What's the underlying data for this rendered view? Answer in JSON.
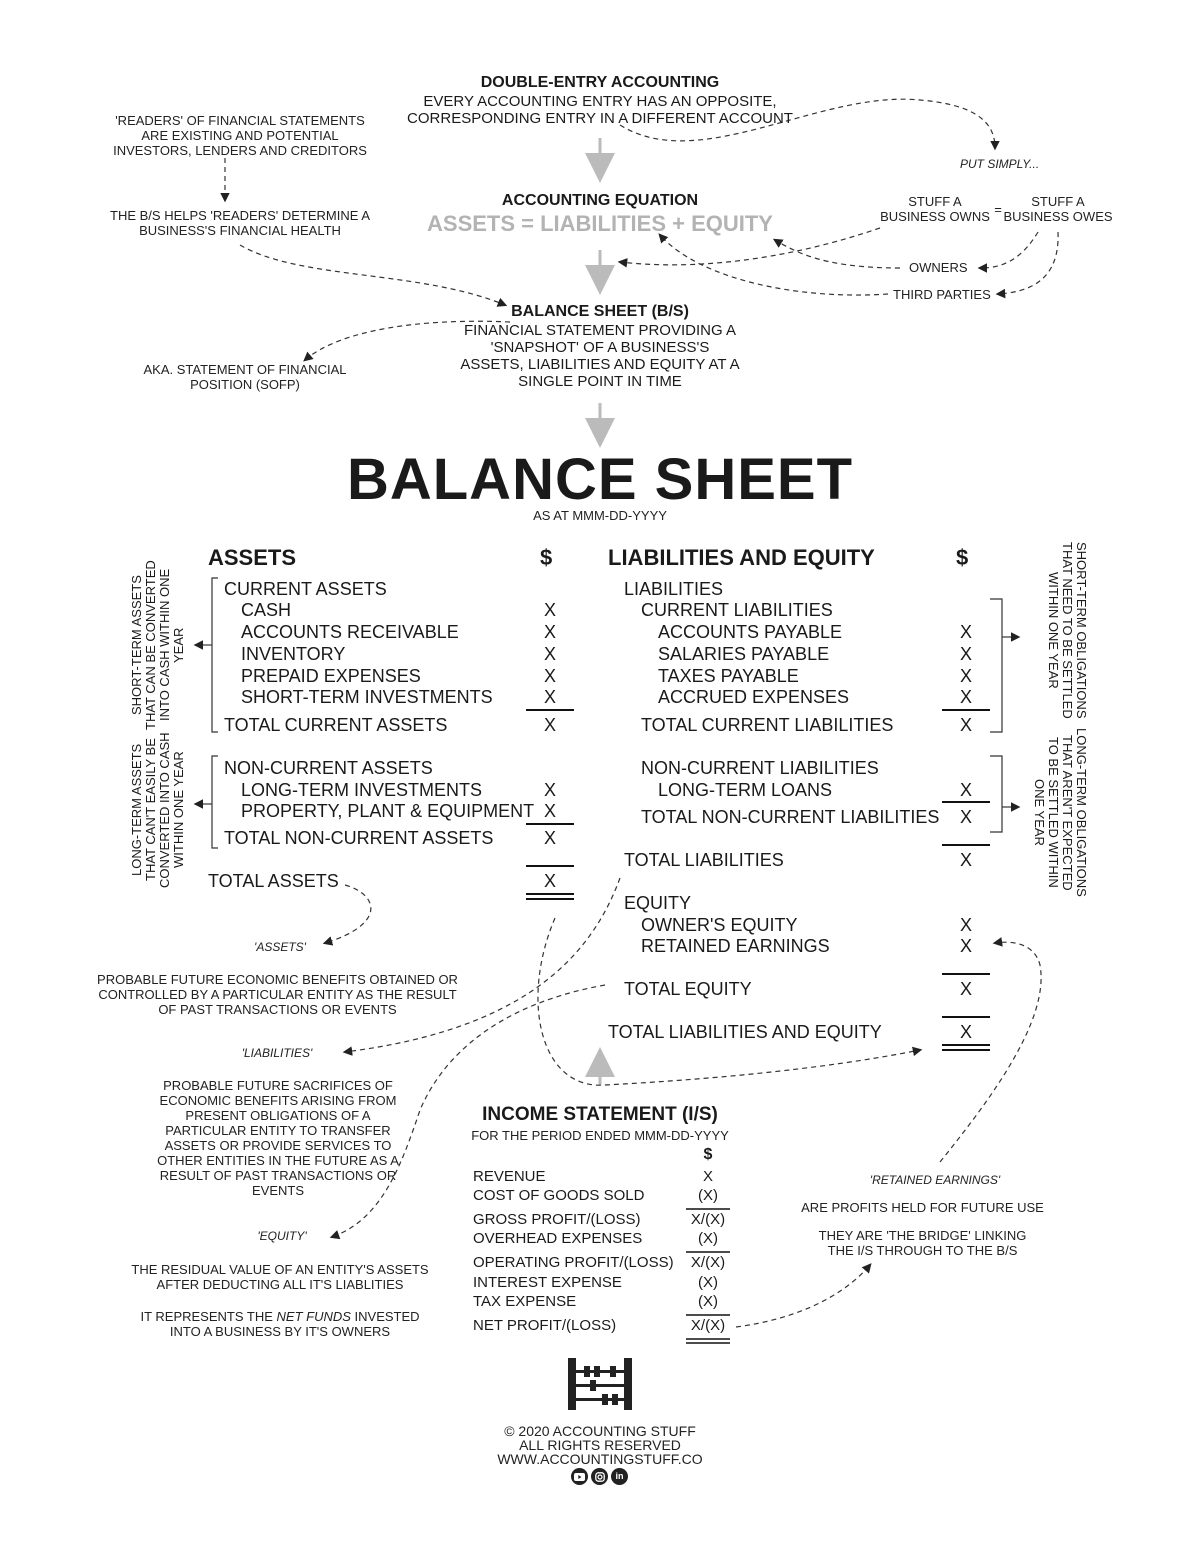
{
  "flow": {
    "double_entry": {
      "title": "DOUBLE-ENTRY ACCOUNTING",
      "desc": "EVERY ACCOUNTING ENTRY HAS AN OPPOSITE, CORRESPONDING ENTRY IN A DIFFERENT ACCOUNT"
    },
    "readers_note": "'READERS' OF FINANCIAL STATEMENTS ARE EXISTING AND POTENTIAL INVESTORS, LENDERS AND CREDITORS",
    "bs_helps_note": "THE B/S HELPS 'READERS' DETERMINE A BUSINESS'S FINANCIAL HEALTH",
    "put_simply": "PUT SIMPLY...",
    "stuff_owns": "STUFF A BUSINESS OWNS",
    "equals": "=",
    "stuff_owes": "STUFF A BUSINESS OWES",
    "owners": "OWNERS",
    "third_parties": "THIRD PARTIES",
    "accounting_equation": {
      "title": "ACCOUNTING EQUATION",
      "formula": "ASSETS = LIABILITIES + EQUITY"
    },
    "balance_sheet_def": {
      "title": "BALANCE SHEET (B/S)",
      "desc": "FINANCIAL STATEMENT PROVIDING A 'SNAPSHOT' OF A BUSINESS'S ASSETS, LIABILITIES AND EQUITY AT A SINGLE POINT IN TIME"
    },
    "aka_note": "AKA. STATEMENT OF FINANCIAL POSITION (SOFP)"
  },
  "balance_sheet": {
    "title": "BALANCE SHEET",
    "subtitle": "AS AT MMM-DD-YYYY",
    "assets": {
      "heading": "ASSETS",
      "currency": "$",
      "current_heading": "CURRENT ASSETS",
      "current_items": [
        {
          "label": "CASH",
          "value": "X"
        },
        {
          "label": "ACCOUNTS RECEIVABLE",
          "value": "X"
        },
        {
          "label": "INVENTORY",
          "value": "X"
        },
        {
          "label": "PREPAID EXPENSES",
          "value": "X"
        },
        {
          "label": "SHORT-TERM INVESTMENTS",
          "value": "X"
        }
      ],
      "total_current": {
        "label": "TOTAL CURRENT ASSETS",
        "value": "X"
      },
      "noncurrent_heading": "NON-CURRENT ASSETS",
      "noncurrent_items": [
        {
          "label": "LONG-TERM INVESTMENTS",
          "value": "X"
        },
        {
          "label": "PROPERTY, PLANT & EQUIPMENT",
          "value": "X"
        }
      ],
      "total_noncurrent": {
        "label": "TOTAL NON-CURRENT ASSETS",
        "value": "X"
      },
      "total": {
        "label": "TOTAL ASSETS",
        "value": "X"
      },
      "short_term_note": "SHORT-TERM ASSETS THAT CAN BE CONVERTED INTO CASH WITHIN ONE YEAR",
      "long_term_note": "LONG-TERM ASSETS THAT CAN'T EASILY BE CONVERTED INTO CASH WITHIN ONE YEAR"
    },
    "liabilities_equity": {
      "heading": "LIABILITIES AND EQUITY",
      "currency": "$",
      "liabilities_heading": "LIABILITIES",
      "current_heading": "CURRENT LIABILITIES",
      "current_items": [
        {
          "label": "ACCOUNTS PAYABLE",
          "value": "X"
        },
        {
          "label": "SALARIES PAYABLE",
          "value": "X"
        },
        {
          "label": "TAXES PAYABLE",
          "value": "X"
        },
        {
          "label": "ACCRUED EXPENSES",
          "value": "X"
        }
      ],
      "total_current": {
        "label": "TOTAL CURRENT LIABILITIES",
        "value": "X"
      },
      "noncurrent_heading": "NON-CURRENT LIABILITIES",
      "noncurrent_items": [
        {
          "label": "LONG-TERM LOANS",
          "value": "X"
        }
      ],
      "total_noncurrent": {
        "label": "TOTAL NON-CURRENT LIABILITIES",
        "value": "X"
      },
      "total_liabilities": {
        "label": "TOTAL LIABILITIES",
        "value": "X"
      },
      "equity_heading": "EQUITY",
      "equity_items": [
        {
          "label": "OWNER'S EQUITY",
          "value": "X"
        },
        {
          "label": "RETAINED EARNINGS",
          "value": "X"
        }
      ],
      "total_equity": {
        "label": "TOTAL EQUITY",
        "value": "X"
      },
      "total": {
        "label": "TOTAL LIABILITIES AND EQUITY",
        "value": "X"
      },
      "short_term_note": "SHORT-TERM OBLIGATIONS THAT NEED TO BE SETTLED WITHIN ONE YEAR",
      "long_term_note": "LONG-TERM OBLIGATIONS THAT AREN'T EXPECTED TO BE SETTLED WITHIN ONE YEAR"
    }
  },
  "definitions": {
    "assets_term": "'ASSETS'",
    "assets_def": "PROBABLE FUTURE ECONOMIC BENEFITS OBTAINED OR CONTROLLED BY A PARTICULAR ENTITY AS THE RESULT OF PAST TRANSACTIONS OR EVENTS",
    "liabilities_term": "'LIABILITIES'",
    "liabilities_def": "PROBABLE FUTURE SACRIFICES OF ECONOMIC BENEFITS ARISING FROM PRESENT OBLIGATIONS OF A PARTICULAR ENTITY TO TRANSFER ASSETS OR PROVIDE SERVICES TO OTHER ENTITIES IN THE FUTURE AS A RESULT OF PAST TRANSACTIONS OR EVENTS",
    "equity_term": "'EQUITY'",
    "equity_def": "THE RESIDUAL VALUE OF AN ENTITY'S ASSETS AFTER DEDUCTING ALL IT'S LIABLITIES",
    "equity_def2_pre": "IT REPRESENTS THE ",
    "equity_def2_em": "NET FUNDS",
    "equity_def2_post": " INVESTED INTO A BUSINESS BY IT'S OWNERS",
    "retained_term": "'RETAINED EARNINGS'",
    "retained_def": "ARE PROFITS HELD FOR FUTURE USE",
    "retained_def2": "THEY ARE 'THE BRIDGE' LINKING THE I/S THROUGH TO THE B/S"
  },
  "income_statement": {
    "title": "INCOME STATEMENT (I/S)",
    "subtitle": "FOR THE PERIOD ENDED MMM-DD-YYYY",
    "currency": "$",
    "rows": [
      {
        "label": "REVENUE",
        "value": "X"
      },
      {
        "label": "COST OF GOODS SOLD",
        "value": "(X)"
      },
      {
        "label": "GROSS PROFIT/(LOSS)",
        "value": "X/(X)"
      },
      {
        "label": "OVERHEAD EXPENSES",
        "value": "(X)"
      },
      {
        "label": "OPERATING PROFIT/(LOSS)",
        "value": "X/(X)"
      },
      {
        "label": "INTEREST EXPENSE",
        "value": "(X)"
      },
      {
        "label": "TAX EXPENSE",
        "value": "(X)"
      },
      {
        "label": "NET PROFIT/(LOSS)",
        "value": "X/(X)"
      }
    ]
  },
  "footer": {
    "copyright": "© 2020 ACCOUNTING STUFF",
    "rights": "ALL RIGHTS RESERVED",
    "website": "WWW.ACCOUNTINGSTUFF.CO",
    "social_icons": [
      "youtube-icon",
      "instagram-icon",
      "linkedin-icon"
    ],
    "logo_icon": "abacus-icon"
  }
}
